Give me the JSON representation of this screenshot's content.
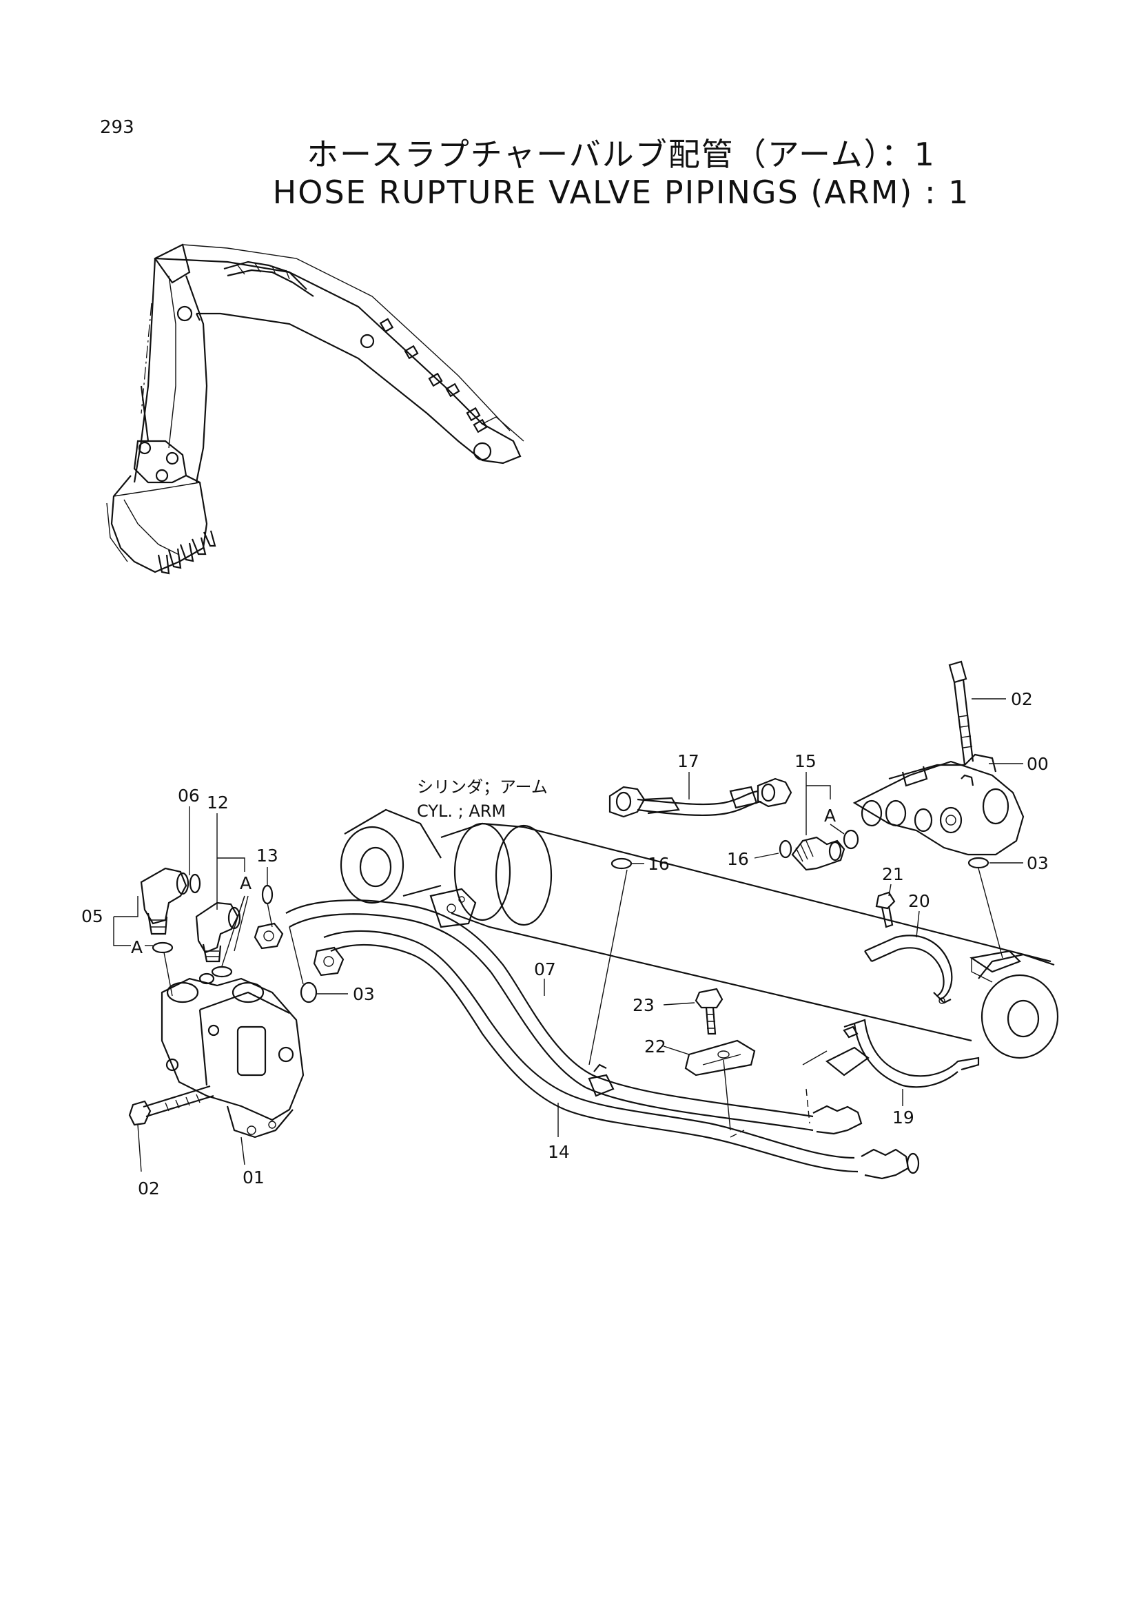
{
  "page_number": "293",
  "title_jp": "ホースラプチャーバルブ配管（アーム）：1",
  "title_en": "HOSE RUPTURE VALVE PIPINGS (ARM) : 1",
  "cylinder_label": {
    "jp": "シリンダ；アーム",
    "en": "CYL. ; ARM"
  },
  "callouts": {
    "p00": "00",
    "p01": "01",
    "p02a": "02",
    "p02b": "02",
    "p03a": "03",
    "p03b": "03",
    "p05": "05",
    "p06": "06",
    "p07": "07",
    "p12": "12",
    "p13": "13",
    "p14": "14",
    "p15": "15",
    "p16a": "16",
    "p16b": "16",
    "p17": "17",
    "p19": "19",
    "p20": "20",
    "p21": "21",
    "p22": "22",
    "p23": "23"
  },
  "section_marks": {
    "a1": "A",
    "a2": "A",
    "a3": "A"
  }
}
